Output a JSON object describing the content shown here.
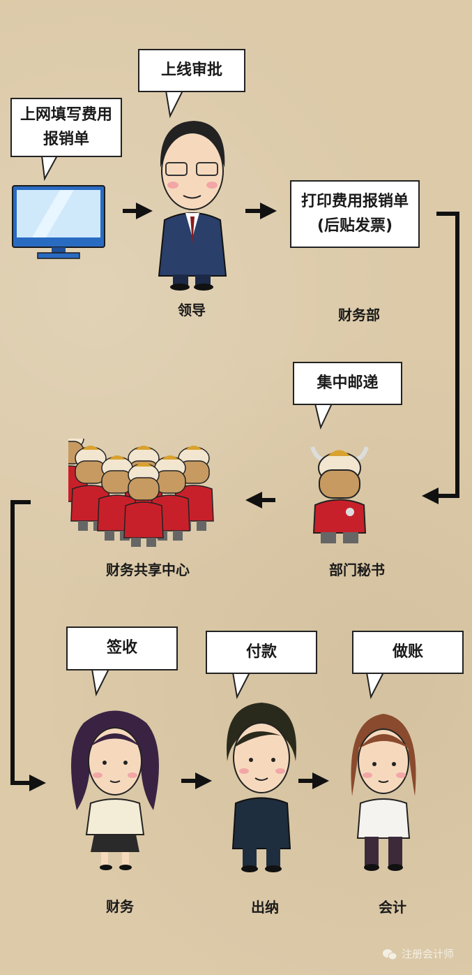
{
  "steps": {
    "online_fill": {
      "bubble": "上网填写费用报销单"
    },
    "leader": {
      "bubble": "上线审批",
      "label": "领导"
    },
    "finance_dept": {
      "bubble": "打印费用报销单(后贴发票)",
      "label": "财务部"
    },
    "secretary": {
      "bubble": "集中邮递",
      "label": "部门秘书"
    },
    "shared_center": {
      "label": "财务共享中心"
    },
    "finance": {
      "bubble": "签收",
      "label": "财务"
    },
    "cashier": {
      "bubble": "付款",
      "label": "出纳"
    },
    "accountant": {
      "bubble": "做账",
      "label": "会计"
    }
  },
  "watermark": {
    "text": "注册会计师",
    "icon": "wechat-icon"
  },
  "colors": {
    "background": "#dccaa9",
    "arrow": "#111111",
    "vest": "#c8202a",
    "suit": "#2b3f6b"
  }
}
